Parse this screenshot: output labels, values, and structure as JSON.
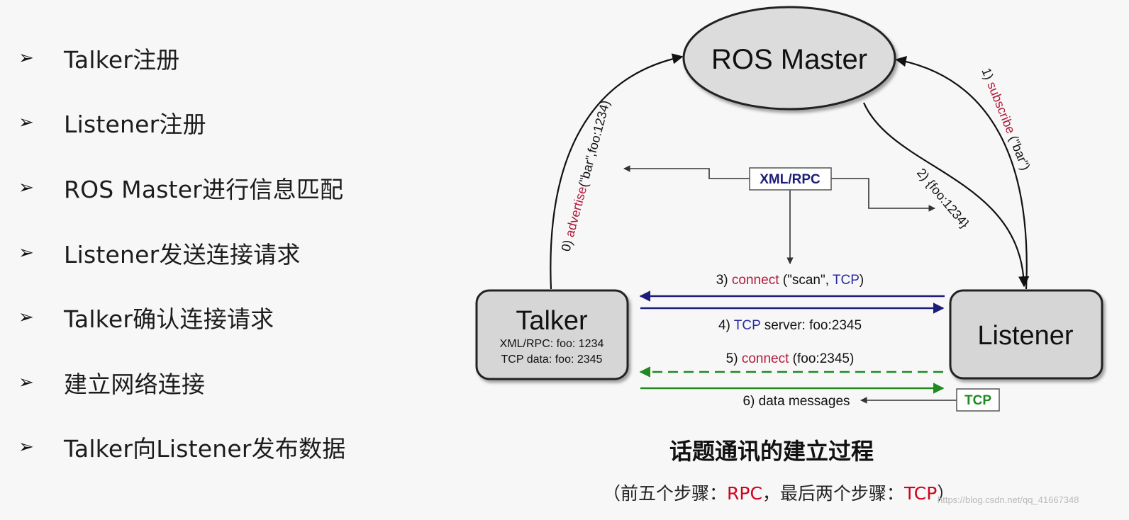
{
  "steps": [
    {
      "label": "Talker注册"
    },
    {
      "label": "Listener注册"
    },
    {
      "label": "ROS Master进行信息匹配"
    },
    {
      "label": "Listener发送连接请求"
    },
    {
      "label": "Talker确认连接请求"
    },
    {
      "label": "建立网络连接"
    },
    {
      "label": "Talker向Listener发布数据"
    }
  ],
  "bullet_glyph": "➢",
  "nodes": {
    "master": "ROS Master",
    "talker": {
      "title": "Talker",
      "line1": "XML/RPC: foo: 1234",
      "line2": "TCP data: foo: 2345"
    },
    "listener": "Listener"
  },
  "boxes": {
    "xmlrpc": "XML/RPC",
    "tcp": "TCP"
  },
  "edges": {
    "advertise": {
      "num": "0) ",
      "keyword": "advertise",
      "args": "(\"bar\",foo:1234)"
    },
    "subscribe": {
      "num": "1) ",
      "keyword": "subscribe",
      "args": " (\"bar\")"
    },
    "reply": {
      "text": "2) {foo:1234}"
    },
    "connect": {
      "num": "3) ",
      "keyword": "connect",
      "mid": " (\"scan\", ",
      "proto": "TCP",
      "end": ")"
    },
    "server": {
      "num": "4) ",
      "proto": "TCP",
      "rest": " server: foo:2345"
    },
    "connect2": {
      "num": "5) ",
      "keyword": "connect",
      "rest": " (foo:2345)"
    },
    "data": {
      "text": "6) data messages"
    }
  },
  "caption": {
    "title": "话题通讯的建立过程",
    "sub_open": "（前五个步骤：",
    "sub_rpc": "RPC",
    "sub_mid": "，最后两个步骤：",
    "sub_tcp": "TCP",
    "sub_close": "）"
  },
  "watermark": "https://blog.csdn.net/qq_41667348",
  "colors": {
    "keyword": "#b11a3a",
    "proto": "#2a2aa0",
    "rpc_arrow": "#1c1c7a",
    "tcp_arrow": "#1f8a1f",
    "master_fill": "#dcdcdc",
    "node_fill": "#d6d6d6"
  }
}
